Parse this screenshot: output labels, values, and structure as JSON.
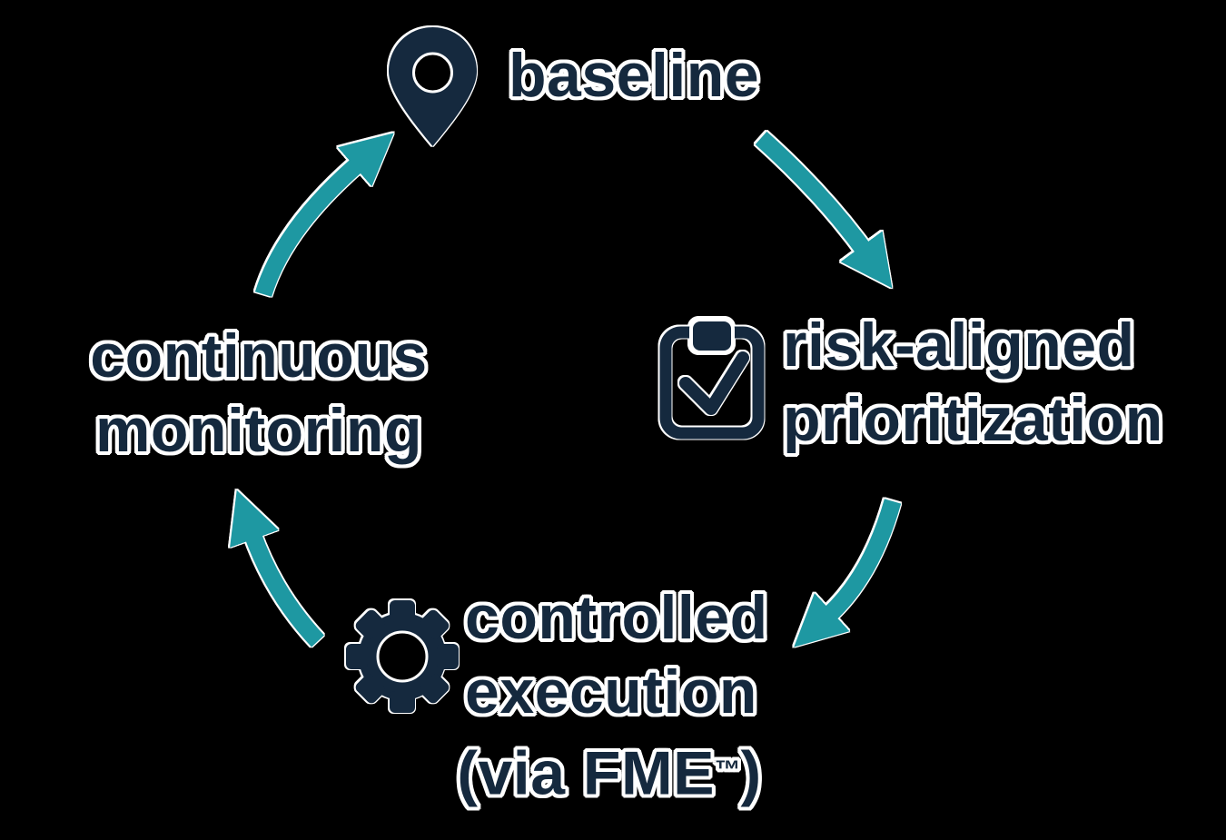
{
  "colors": {
    "background": "#000000",
    "navy": "#15293e",
    "teal": "#1e98a2",
    "outline": "#ffffff"
  },
  "cycle": {
    "baseline": {
      "label": "baseline",
      "icon": "location-pin"
    },
    "risk": {
      "line1": "risk-aligned",
      "line2": "prioritization",
      "icon": "clipboard-check"
    },
    "execution": {
      "line1": "controlled",
      "line2": "execution",
      "sub_prefix": "(via FME",
      "trademark": "™",
      "sub_suffix": ")",
      "icon": "gear"
    },
    "monitoring": {
      "line1": "continuous",
      "line2": "monitoring"
    },
    "arrows": [
      {
        "from": "continuous monitoring",
        "to": "baseline"
      },
      {
        "from": "baseline",
        "to": "risk-aligned prioritization"
      },
      {
        "from": "risk-aligned prioritization",
        "to": "controlled execution"
      },
      {
        "from": "controlled execution",
        "to": "continuous monitoring"
      }
    ]
  }
}
